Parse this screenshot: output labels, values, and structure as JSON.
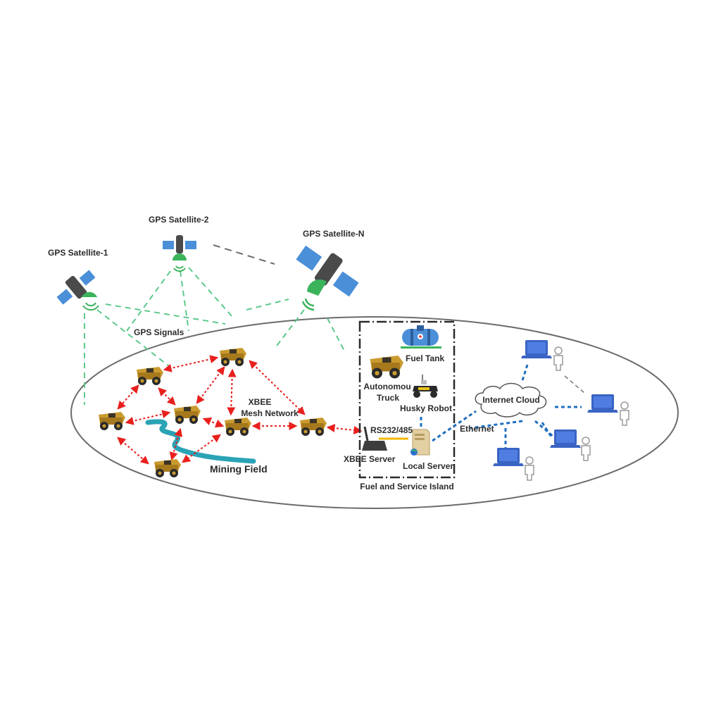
{
  "diagram": {
    "satellites": [
      {
        "id": "sat1",
        "label": "GPS Satellite-1"
      },
      {
        "id": "sat2",
        "label": "GPS Satellite-2"
      },
      {
        "id": "satN",
        "label": "GPS Satellite-N"
      }
    ],
    "gps_signals_label": "GPS Signals",
    "mesh_label_line1": "XBEE",
    "mesh_label_line2": "Mesh Network",
    "mining_field_label": "Mining Field",
    "island": {
      "title": "Fuel and Service Island",
      "fuel_tank": "Fuel Tank",
      "truck_line1": "Autonomou",
      "truck_line2": "Truck",
      "husky_robot": "Husky Robot",
      "rs232": "RS232/485",
      "xbee_server": "XBEE Server",
      "local_server": "Local Server"
    },
    "ethernet_label": "Ethernet",
    "internet_cloud_label": "Internet Cloud",
    "colors": {
      "gps_signal": "#5cc98a",
      "mesh_link": "#e8201e",
      "ethernet_link": "#1f6fc0",
      "ellipse": "#6b6b6b",
      "truck_body": "#c99a2e",
      "river": "#2aa3b5",
      "laptop": "#3a64c4",
      "satellite_panel": "#4a8fd8",
      "satellite_dish": "#3bb35b",
      "rs232_link": "#f2b705"
    }
  }
}
